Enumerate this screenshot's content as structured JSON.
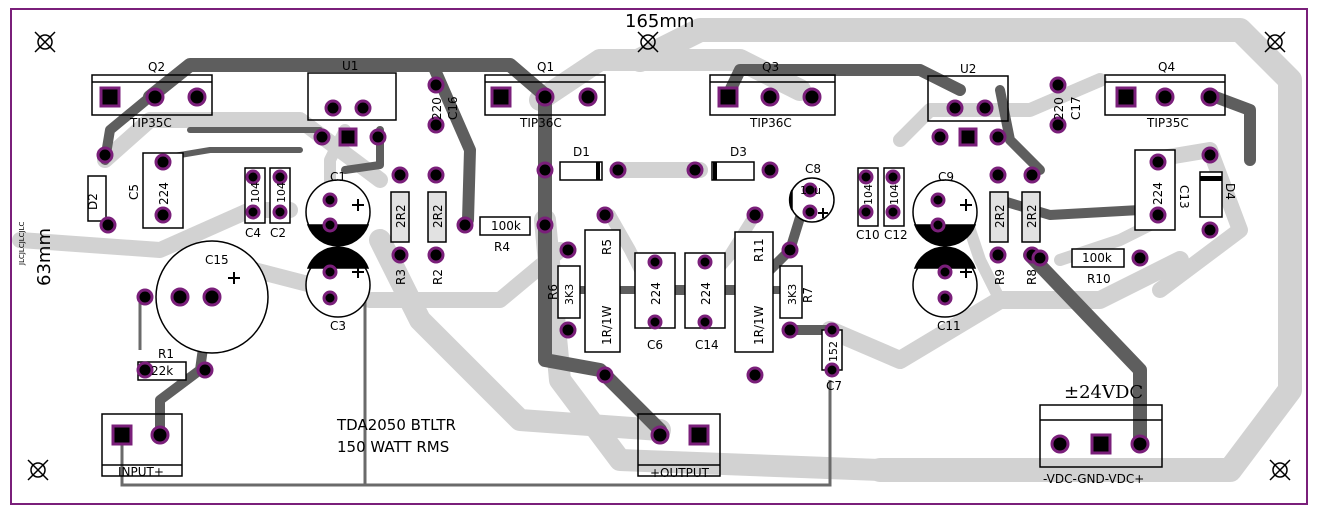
{
  "board": {
    "width_label": "165mm",
    "height_label": "63mm",
    "title_line1": "TDA2050 BTLTR",
    "title_line2": "150 WATT RMS",
    "mirror_mark": "JLCJLCJLCJLC"
  },
  "components": {
    "q2": {
      "ref": "Q2",
      "value": "TIP35C"
    },
    "q1": {
      "ref": "Q1",
      "value": "TIP36C"
    },
    "q3": {
      "ref": "Q3",
      "value": "TIP36C"
    },
    "q4": {
      "ref": "Q4",
      "value": "TIP35C"
    },
    "u1": {
      "ref": "U1"
    },
    "u2": {
      "ref": "U2"
    },
    "c16": {
      "ref": "C16",
      "value": "220"
    },
    "c17": {
      "ref": "C17",
      "value": "220"
    },
    "d1": {
      "ref": "D1"
    },
    "d2": {
      "ref": "D2"
    },
    "d3": {
      "ref": "D3"
    },
    "d4": {
      "ref": "D4"
    },
    "c5": {
      "ref": "C5",
      "value": "224"
    },
    "c13": {
      "ref": "C13",
      "value": "224"
    },
    "c4": {
      "ref": "C4",
      "value": "104"
    },
    "c2": {
      "ref": "C2",
      "value": "104"
    },
    "c10": {
      "ref": "C10",
      "value": "104"
    },
    "c12": {
      "ref": "C12",
      "value": "104"
    },
    "c1": {
      "ref": "C1"
    },
    "c3": {
      "ref": "C3"
    },
    "c9": {
      "ref": "C9"
    },
    "c11": {
      "ref": "C11"
    },
    "c15": {
      "ref": "C15"
    },
    "c8": {
      "ref": "C8",
      "value": "10u"
    },
    "r2": {
      "ref": "R2",
      "value": "2R2"
    },
    "r3": {
      "ref": "R3",
      "value": "2R2"
    },
    "r8": {
      "ref": "R8",
      "value": "2R2"
    },
    "r9": {
      "ref": "R9",
      "value": "2R2"
    },
    "r4": {
      "ref": "R4",
      "value": "100k"
    },
    "r10": {
      "ref": "R10",
      "value": "100k"
    },
    "r1": {
      "ref": "R1",
      "value": "22k"
    },
    "r5": {
      "ref": "R5",
      "value": "1R/1W"
    },
    "r11": {
      "ref": "R11",
      "value": "1R/1W"
    },
    "r6": {
      "ref": "R6",
      "value": "3K3"
    },
    "r7": {
      "ref": "R7",
      "value": "3K3"
    },
    "c6": {
      "ref": "C6",
      "value": "224"
    },
    "c14": {
      "ref": "C14",
      "value": "224"
    },
    "c7": {
      "ref": "C7",
      "value": "152"
    }
  },
  "connectors": {
    "input": {
      "label": "INPUT+"
    },
    "output": {
      "label": "+OUTPUT"
    },
    "power": {
      "label": "-VDC-GND-VDC+",
      "voltage": "±24VDC"
    }
  },
  "colors": {
    "border": "#7a1f7a",
    "trace_dark": "#5e5e5e",
    "trace_light": "#d2d2d2",
    "pad": "#7a1f7a",
    "silk": "#000000"
  }
}
